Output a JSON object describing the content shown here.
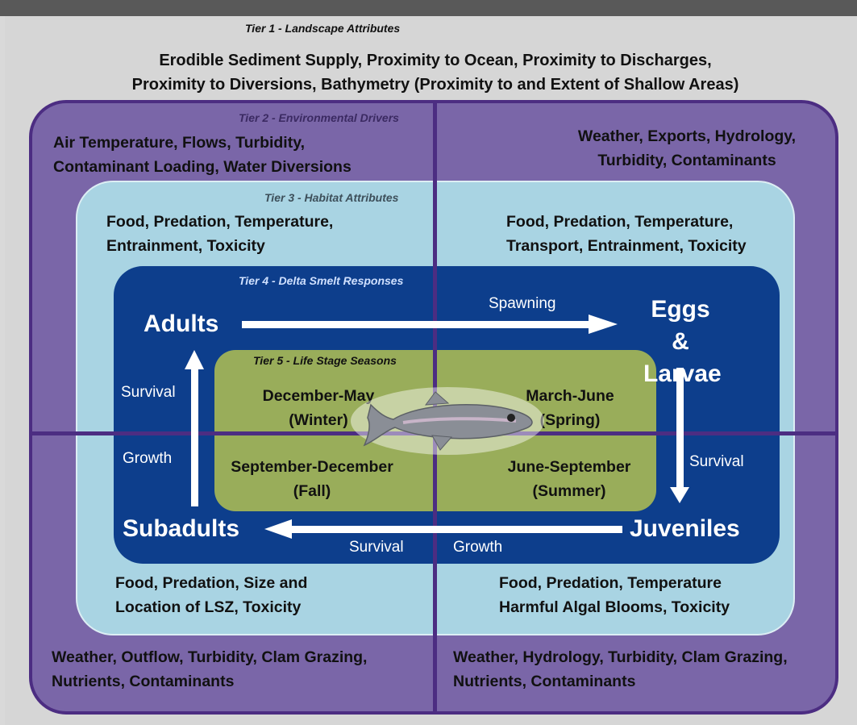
{
  "tier1": {
    "label": "Tier 1 - Landscape Attributes",
    "text": "Erodible Sediment Supply,  Proximity to Ocean, Proximity to Discharges,\nProximity to Diversions, Bathymetry (Proximity to and Extent of Shallow Areas)"
  },
  "tier2": {
    "label": "Tier 2 - Environmental Drivers",
    "top_left": "Air Temperature, Flows, Turbidity,\nContaminant Loading, Water Diversions",
    "top_right": "Weather, Exports, Hydrology,\nTurbidity, Contaminants",
    "bottom_left": "Weather, Outflow, Turbidity, Clam Grazing,\nNutrients, Contaminants",
    "bottom_right": "Weather, Hydrology, Turbidity, Clam Grazing,\nNutrients, Contaminants"
  },
  "tier3": {
    "label": "Tier 3 - Habitat Attributes",
    "top_left": "Food, Predation, Temperature,\nEntrainment, Toxicity",
    "top_right": "Food, Predation, Temperature,\nTransport, Entrainment, Toxicity",
    "bottom_left": "Food, Predation, Size and\nLocation of LSZ, Toxicity",
    "bottom_right": "Food, Predation, Temperature\nHarmful Algal Blooms, Toxicity"
  },
  "tier4": {
    "label": "Tier 4 - Delta Smelt Responses",
    "stages": {
      "adults": "Adults",
      "eggs_larvae": "Eggs &\nLarvae",
      "juveniles": "Juveniles",
      "subadults": "Subadults"
    },
    "processes": {
      "spawning": "Spawning",
      "survival_right": "Survival",
      "survival_bottom": "Survival",
      "growth_bottom": "Growth",
      "survival_left": "Survival",
      "growth_left": "Growth"
    }
  },
  "tier5": {
    "label": "Tier 5 - Life Stage Seasons",
    "winter": "December-May\n(Winter)",
    "spring": "March-June\n(Spring)",
    "fall": "September-December\n(Fall)",
    "summer": "June-September\n(Summer)"
  },
  "colors": {
    "tier2_fill": "#7a66a8",
    "tier3_fill": "#a9d4e3",
    "tier4_fill": "#0d3e8c",
    "tier5_fill": "#99ad5a",
    "border": "#4c2d82"
  },
  "icons": {
    "fish": "delta-smelt-fish-icon"
  }
}
